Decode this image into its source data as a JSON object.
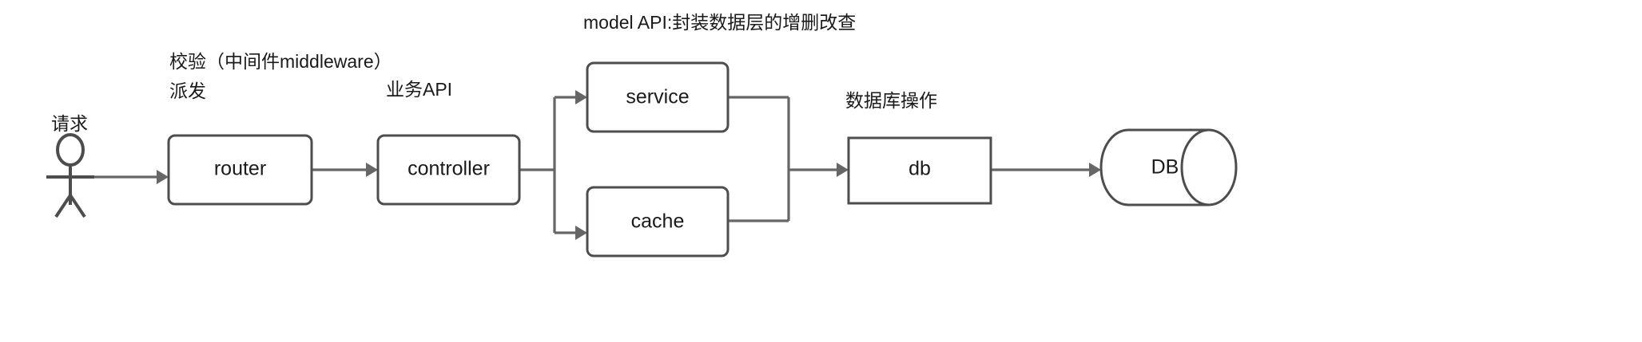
{
  "diagram": {
    "title": "model API:封装数据层的增删改查",
    "background": "#ffffff",
    "stroke_color": "#4d4d4d",
    "edge_color": "#666666",
    "text_color": "#1a1a1a",
    "actor": {
      "label": "请求",
      "name": "request-actor"
    },
    "nodes": [
      {
        "id": "router",
        "label": "router",
        "shape": "rounded-rect"
      },
      {
        "id": "controller",
        "label": "controller",
        "shape": "rounded-rect"
      },
      {
        "id": "service",
        "label": "service",
        "shape": "rounded-rect"
      },
      {
        "id": "cache",
        "label": "cache",
        "shape": "rounded-rect"
      },
      {
        "id": "db",
        "label": "db",
        "shape": "rect"
      },
      {
        "id": "database",
        "label": "DB",
        "shape": "cylinder"
      }
    ],
    "annotations": [
      {
        "id": "middleware",
        "line1": "校验（中间件middleware）",
        "line2": "派发"
      },
      {
        "id": "business-api",
        "text": "业务API"
      },
      {
        "id": "db-operation",
        "text": "数据库操作"
      }
    ],
    "edges": [
      {
        "from": "actor",
        "to": "router"
      },
      {
        "from": "router",
        "to": "controller"
      },
      {
        "from": "controller",
        "to": "service"
      },
      {
        "from": "controller",
        "to": "cache"
      },
      {
        "from": "service",
        "to": "db"
      },
      {
        "from": "cache",
        "to": "db"
      },
      {
        "from": "db",
        "to": "database"
      }
    ]
  }
}
